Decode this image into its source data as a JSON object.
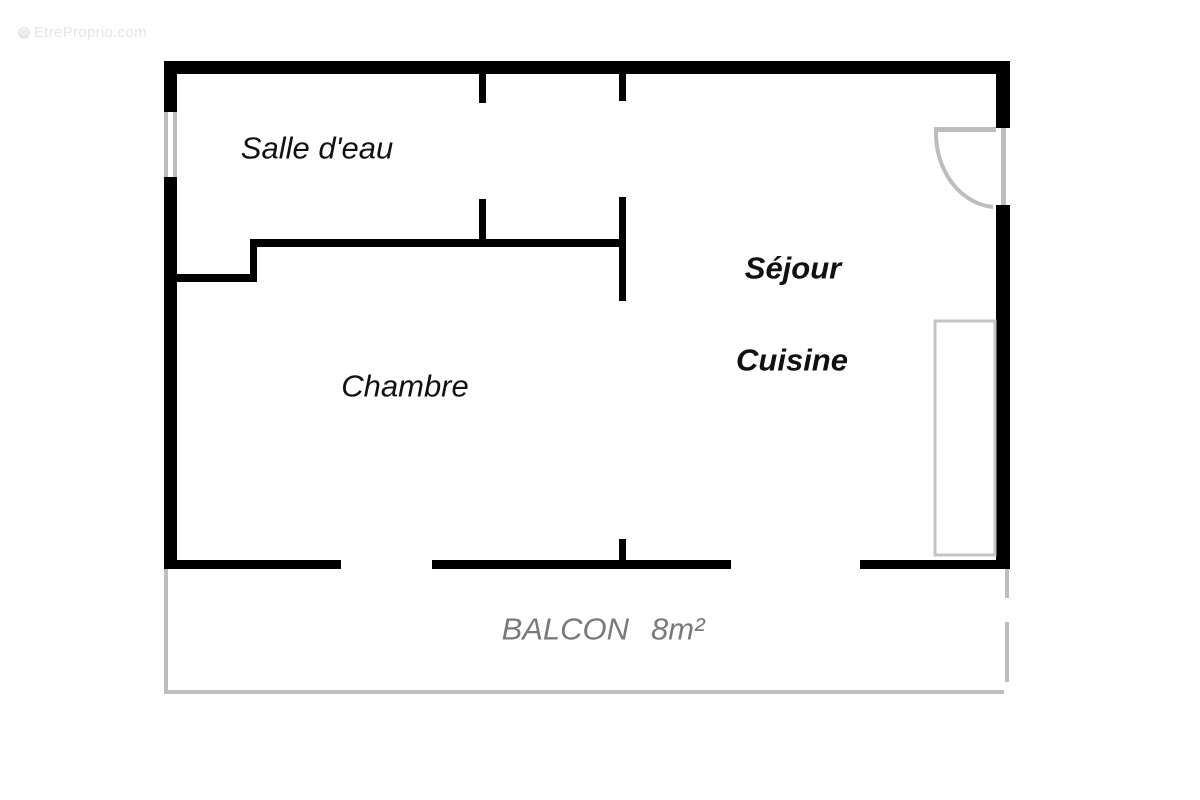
{
  "watermark": {
    "icon": "copyright-icon",
    "text": "EtreProprio.com"
  },
  "floor_plan": {
    "colors": {
      "wall": "#000000",
      "window_door": "#bdbdbd",
      "balcony_text": "#7a7a7a",
      "room_text": "#111111",
      "background": "#ffffff"
    },
    "rooms": [
      {
        "id": "salle-deau",
        "label": "Salle d'eau",
        "style": "italic"
      },
      {
        "id": "chambre",
        "label": "Chambre",
        "style": "italic"
      },
      {
        "id": "sejour",
        "label": "Séjour",
        "style": "bold-italic"
      },
      {
        "id": "cuisine",
        "label": "Cuisine",
        "style": "bold-italic"
      }
    ],
    "balcony": {
      "label": "BALCON",
      "area": "8m²"
    },
    "fixtures": [
      {
        "type": "window",
        "location": "left wall, Salle d'eau"
      },
      {
        "type": "door",
        "location": "right wall, Séjour"
      },
      {
        "type": "kitchen-counter",
        "location": "right wall, Cuisine"
      }
    ]
  }
}
